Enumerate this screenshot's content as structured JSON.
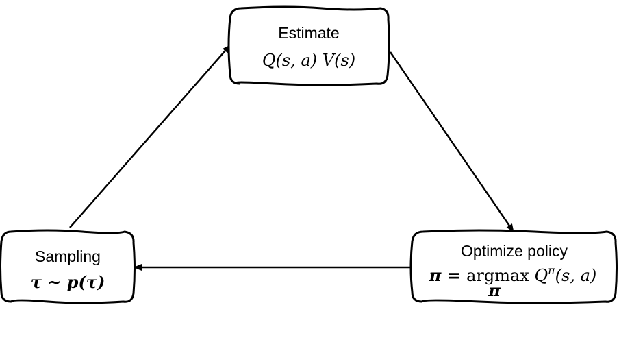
{
  "nodes": {
    "estimate": {
      "title": "Estimate",
      "formula": "Q(s, a) V(s)"
    },
    "optimize": {
      "title": "Optimize policy",
      "formula_lhs": "π = ",
      "formula_op": "argmax",
      "formula_rhs_base": " Q",
      "formula_rhs_sup": "π",
      "formula_rhs_args": "(s, a)",
      "formula_sub": "π"
    },
    "sampling": {
      "title": "Sampling",
      "formula": "τ ~ p(τ)"
    }
  },
  "edges": [
    {
      "from": "sampling",
      "to": "estimate"
    },
    {
      "from": "estimate",
      "to": "optimize"
    },
    {
      "from": "optimize",
      "to": "sampling"
    }
  ]
}
